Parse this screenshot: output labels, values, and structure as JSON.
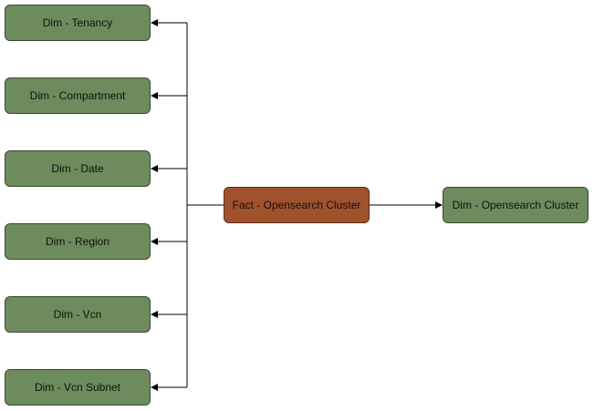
{
  "diagram": {
    "fact": {
      "label": "Fact - Opensearch Cluster"
    },
    "dims_left": [
      {
        "label": "Dim - Tenancy"
      },
      {
        "label": "Dim - Compartment"
      },
      {
        "label": "Dim - Date"
      },
      {
        "label": "Dim - Region"
      },
      {
        "label": "Dim - Vcn"
      },
      {
        "label": "Dim - Vcn Subnet"
      }
    ],
    "dim_right": {
      "label": "Dim - Opensearch Cluster"
    },
    "colors": {
      "dim_fill": "#6d8b5c",
      "fact_fill": "#a0522d",
      "edge": "#000000"
    }
  }
}
